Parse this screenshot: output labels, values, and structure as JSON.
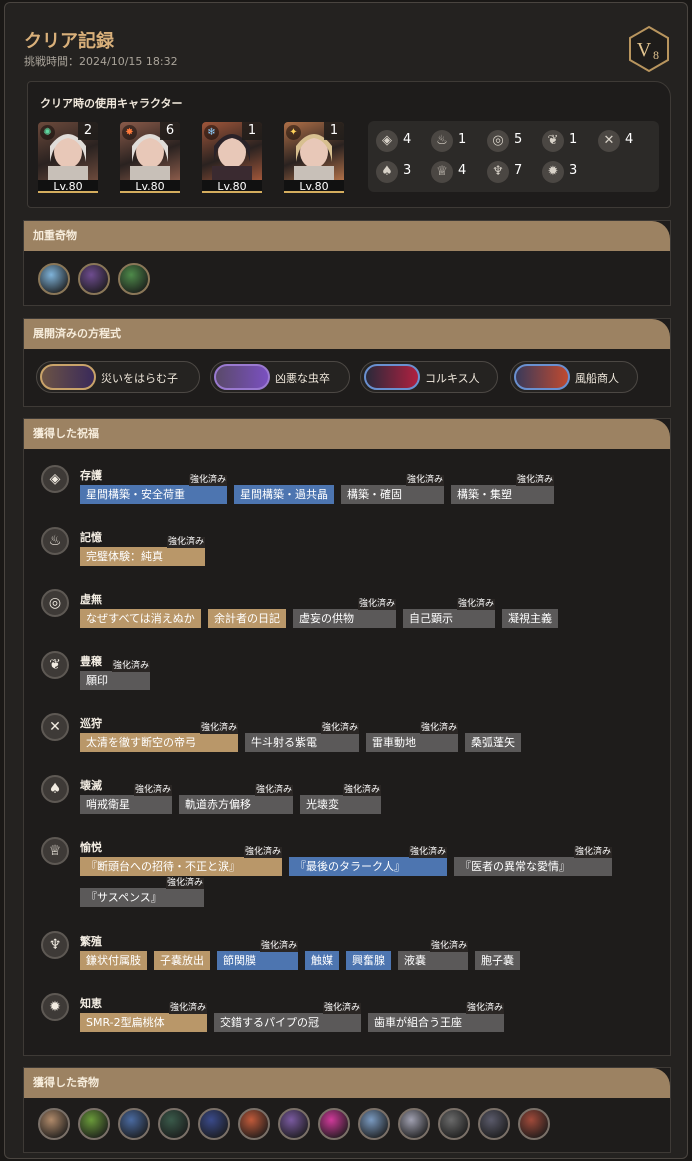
{
  "header": {
    "title": "クリア記録",
    "time": "挑戦時間：2024/10/15 18:32",
    "badge_letter": "V",
    "badge_num": "8"
  },
  "characters": {
    "title": "クリア時の使用キャラクター",
    "list": [
      {
        "level": "Lv.80",
        "count": "2",
        "bg": "#6c4a3c",
        "element": "wind",
        "element_color": "#5fd7a0",
        "element_glyph": "✺"
      },
      {
        "level": "Lv.80",
        "count": "6",
        "bg": "#8a5b4a",
        "element": "fire",
        "element_color": "#ff7a3a",
        "element_glyph": "✸"
      },
      {
        "level": "Lv.80",
        "count": "1",
        "bg": "#a0563a",
        "element": "ice",
        "element_color": "#8fd0ff",
        "element_glyph": "❄"
      },
      {
        "level": "Lv.80",
        "count": "1",
        "bg": "#b07048",
        "element": "imaginary",
        "element_color": "#ffd35a",
        "element_glyph": "✦"
      }
    ],
    "paths": [
      {
        "icon": "preservation-icon",
        "glyph": "◈",
        "count": "4"
      },
      {
        "icon": "remembrance-icon",
        "glyph": "♨",
        "count": "1"
      },
      {
        "icon": "nihility-icon",
        "glyph": "◎",
        "count": "5"
      },
      {
        "icon": "abundance-icon",
        "glyph": "❦",
        "count": "1"
      },
      {
        "icon": "the-hunt-icon",
        "glyph": "✕",
        "count": "4"
      },
      {
        "icon": "destruction-icon",
        "glyph": "♠",
        "count": "3"
      },
      {
        "icon": "elation-icon",
        "glyph": "♕",
        "count": "4"
      },
      {
        "icon": "propagation-icon",
        "glyph": "♆",
        "count": "7"
      },
      {
        "icon": "erudition-icon",
        "glyph": "✹",
        "count": "3"
      }
    ]
  },
  "weighted": {
    "title": "加重奇物",
    "items": [
      {
        "name": "weighted-curio-1",
        "color": "#7fb3d9"
      },
      {
        "name": "weighted-curio-2",
        "color": "#6e4c8f"
      },
      {
        "name": "weighted-curio-3",
        "color": "#4e8a4a"
      }
    ]
  },
  "equations": {
    "title": "展開済みの方程式",
    "items": [
      {
        "label": "災いをはらむ子",
        "border": "#c9a36a",
        "c1": "#6b5345",
        "c2": "#3a2a5a"
      },
      {
        "label": "凶悪な虫卒",
        "border": "#9a7ad0",
        "c1": "#5a4a6a",
        "c2": "#7a50c0"
      },
      {
        "label": "コルキス人",
        "border": "#6a90d0",
        "c1": "#2a2a3a",
        "c2": "#b02040"
      },
      {
        "label": "風船商人",
        "border": "#6a90d0",
        "c1": "#3a3a5a",
        "c2": "#c04a30"
      }
    ]
  },
  "blessings": {
    "title": "獲得した祝福",
    "enhanced_label": "強化済み",
    "paths": [
      {
        "name": "存護",
        "glyph": "◈",
        "icon": "preservation-icon",
        "tags": [
          {
            "label": "星間構築・安全荷重",
            "type": "b",
            "enh": true
          },
          {
            "label": "星間構築・過共晶",
            "type": "b",
            "enh": false
          },
          {
            "label": "構築・確固",
            "type": "d",
            "enh": true
          },
          {
            "label": "構築・集塑",
            "type": "d",
            "enh": true
          }
        ]
      },
      {
        "name": "記憶",
        "glyph": "♨",
        "icon": "remembrance-icon",
        "tags": [
          {
            "label": "完璧体験：純真",
            "type": "g",
            "enh": true
          }
        ]
      },
      {
        "name": "虚無",
        "glyph": "◎",
        "icon": "nihility-icon",
        "tags": [
          {
            "label": "なぜすべては消えぬか",
            "type": "g",
            "enh": false
          },
          {
            "label": "余計者の日記",
            "type": "g",
            "enh": false
          },
          {
            "label": "虚妄の供物",
            "type": "d",
            "enh": true
          },
          {
            "label": "自己顕示",
            "type": "d",
            "enh": true
          },
          {
            "label": "凝視主義",
            "type": "d",
            "enh": false
          }
        ]
      },
      {
        "name": "豊穣",
        "glyph": "❦",
        "icon": "abundance-icon",
        "tags": [
          {
            "label": "願印",
            "type": "d",
            "enh": true
          }
        ]
      },
      {
        "name": "巡狩",
        "glyph": "✕",
        "icon": "the-hunt-icon",
        "tags": [
          {
            "label": "太清を徹す断空の帝弓",
            "type": "g",
            "enh": true
          },
          {
            "label": "牛斗射る紫電",
            "type": "d",
            "enh": true
          },
          {
            "label": "雷車動地",
            "type": "d",
            "enh": true
          },
          {
            "label": "桑弧蓬矢",
            "type": "d",
            "enh": false
          }
        ]
      },
      {
        "name": "壊滅",
        "glyph": "♠",
        "icon": "destruction-icon",
        "tags": [
          {
            "label": "哨戒衛星",
            "type": "d",
            "enh": true
          },
          {
            "label": "軌道赤方偏移",
            "type": "d",
            "enh": true
          },
          {
            "label": "光壊変",
            "type": "d",
            "enh": true
          }
        ]
      },
      {
        "name": "愉悦",
        "glyph": "♕",
        "icon": "elation-icon",
        "tags": [
          {
            "label": "『断頭台への招待・不正と涙』",
            "type": "g",
            "enh": true
          },
          {
            "label": "『最後のタラーク人』",
            "type": "b",
            "enh": true
          },
          {
            "label": "『医者の異常な愛情』",
            "type": "d",
            "enh": true
          },
          {
            "label": "『サスペンス』",
            "type": "d",
            "enh": true
          }
        ]
      },
      {
        "name": "繁殖",
        "glyph": "♆",
        "icon": "propagation-icon",
        "tags": [
          {
            "label": "鎌状付属肢",
            "type": "g",
            "enh": false
          },
          {
            "label": "子嚢放出",
            "type": "g",
            "enh": false
          },
          {
            "label": "節関膜",
            "type": "b",
            "enh": true
          },
          {
            "label": "触媒",
            "type": "b",
            "enh": false
          },
          {
            "label": "興奮腺",
            "type": "b",
            "enh": false
          },
          {
            "label": "液嚢",
            "type": "d",
            "enh": true
          },
          {
            "label": "胞子嚢",
            "type": "d",
            "enh": false
          }
        ]
      },
      {
        "name": "知恵",
        "glyph": "✹",
        "icon": "erudition-icon",
        "tags": [
          {
            "label": "SMR-2型扁桃体",
            "type": "g",
            "enh": true
          },
          {
            "label": "交錯するパイプの冠",
            "type": "d",
            "enh": true
          },
          {
            "label": "歯車が組合う王座",
            "type": "d",
            "enh": true
          }
        ]
      }
    ]
  },
  "curios": {
    "title": "獲得した奇物",
    "items": [
      {
        "name": "curio-1",
        "color": "#b08a6a"
      },
      {
        "name": "curio-2",
        "color": "#6a9a3a"
      },
      {
        "name": "curio-3",
        "color": "#4a6aa0"
      },
      {
        "name": "curio-4",
        "color": "#3a5a4a"
      },
      {
        "name": "curio-5",
        "color": "#3a4a8a"
      },
      {
        "name": "curio-6",
        "color": "#c05a3a"
      },
      {
        "name": "curio-7",
        "color": "#7a5aa0"
      },
      {
        "name": "curio-8",
        "color": "#d03a9a"
      },
      {
        "name": "curio-9",
        "color": "#7a9ac0"
      },
      {
        "name": "curio-10",
        "color": "#a0a0b0"
      },
      {
        "name": "curio-11",
        "color": "#6a6a6a"
      },
      {
        "name": "curio-12",
        "color": "#5a5a6a"
      },
      {
        "name": "curio-13",
        "color": "#a04a3a"
      }
    ]
  }
}
